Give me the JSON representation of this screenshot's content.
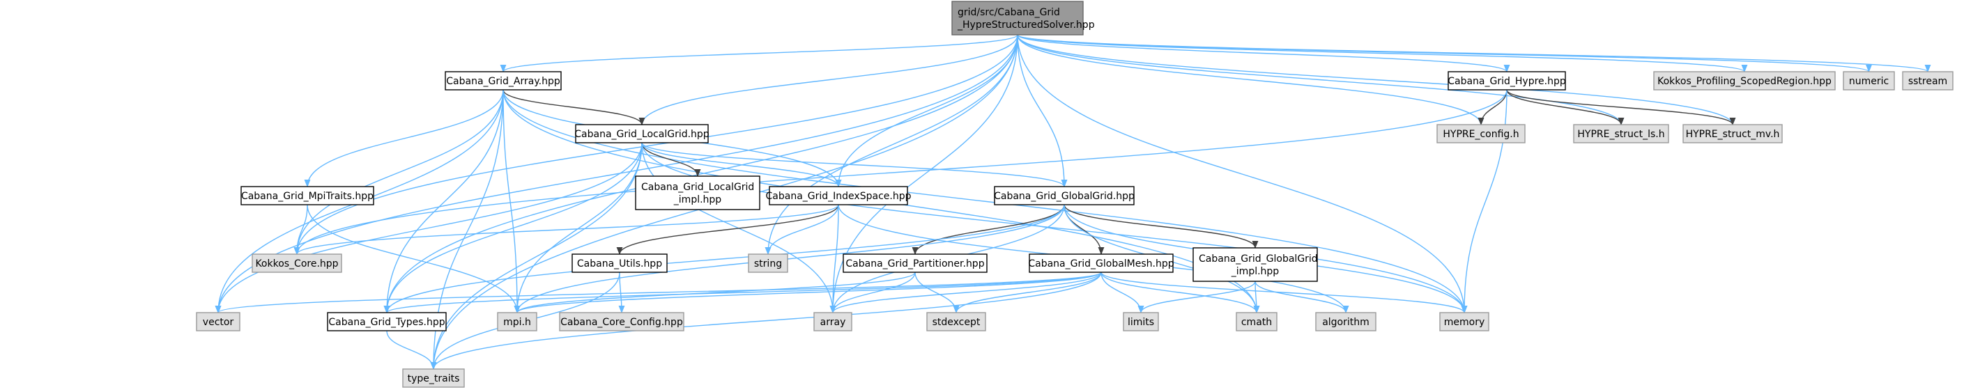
{
  "colors": {
    "root_fill": "#999999",
    "root_stroke": "#666666",
    "file_fill": "#ffffff",
    "file_stroke": "#000000",
    "external_fill": "#e0e0e0",
    "external_stroke": "#999999",
    "edge_include": "#63b8ff",
    "edge_dark": "#404040"
  },
  "nodes": [
    {
      "id": "root",
      "lines": [
        "grid/src/Cabana_Grid",
        "_HypreStructuredSolver.hpp"
      ],
      "kind": "root"
    },
    {
      "id": "array_hpp",
      "lines": [
        "Cabana_Grid_Array.hpp"
      ],
      "kind": "file"
    },
    {
      "id": "hypre_hpp",
      "lines": [
        "Cabana_Grid_Hypre.hpp"
      ],
      "kind": "file"
    },
    {
      "id": "kokkos_prof",
      "lines": [
        "Kokkos_Profiling_ScopedRegion.hpp"
      ],
      "kind": "external"
    },
    {
      "id": "numeric",
      "lines": [
        "numeric"
      ],
      "kind": "external"
    },
    {
      "id": "sstream",
      "lines": [
        "sstream"
      ],
      "kind": "external"
    },
    {
      "id": "localgrid",
      "lines": [
        "Cabana_Grid_LocalGrid.hpp"
      ],
      "kind": "file"
    },
    {
      "id": "hypre_config",
      "lines": [
        "HYPRE_config.h"
      ],
      "kind": "external"
    },
    {
      "id": "hypre_ls",
      "lines": [
        "HYPRE_struct_ls.h"
      ],
      "kind": "external"
    },
    {
      "id": "hypre_mv",
      "lines": [
        "HYPRE_struct_mv.h"
      ],
      "kind": "external"
    },
    {
      "id": "mpitraits",
      "lines": [
        "Cabana_Grid_MpiTraits.hpp"
      ],
      "kind": "file"
    },
    {
      "id": "localgrid_impl",
      "lines": [
        "Cabana_Grid_LocalGrid",
        "_impl.hpp"
      ],
      "kind": "file"
    },
    {
      "id": "indexspace",
      "lines": [
        "Cabana_Grid_IndexSpace.hpp"
      ],
      "kind": "file"
    },
    {
      "id": "globalgrid",
      "lines": [
        "Cabana_Grid_GlobalGrid.hpp"
      ],
      "kind": "file"
    },
    {
      "id": "kokkos_core",
      "lines": [
        "Kokkos_Core.hpp"
      ],
      "kind": "external"
    },
    {
      "id": "string",
      "lines": [
        "string"
      ],
      "kind": "external"
    },
    {
      "id": "utils",
      "lines": [
        "Cabana_Utils.hpp"
      ],
      "kind": "file"
    },
    {
      "id": "partitioner",
      "lines": [
        "Cabana_Grid_Partitioner.hpp"
      ],
      "kind": "file"
    },
    {
      "id": "globalmesh",
      "lines": [
        "Cabana_Grid_GlobalMesh.hpp"
      ],
      "kind": "file"
    },
    {
      "id": "globalgrid_impl",
      "lines": [
        "Cabana_Grid_GlobalGrid",
        "_impl.hpp"
      ],
      "kind": "file"
    },
    {
      "id": "vector",
      "lines": [
        "vector"
      ],
      "kind": "external"
    },
    {
      "id": "types",
      "lines": [
        "Cabana_Grid_Types.hpp"
      ],
      "kind": "file"
    },
    {
      "id": "mpi_h",
      "lines": [
        "mpi.h"
      ],
      "kind": "external"
    },
    {
      "id": "core_config",
      "lines": [
        "Cabana_Core_Config.hpp"
      ],
      "kind": "external"
    },
    {
      "id": "array",
      "lines": [
        "array"
      ],
      "kind": "external"
    },
    {
      "id": "stdexcept",
      "lines": [
        "stdexcept"
      ],
      "kind": "external"
    },
    {
      "id": "limits",
      "lines": [
        "limits"
      ],
      "kind": "external"
    },
    {
      "id": "cmath",
      "lines": [
        "cmath"
      ],
      "kind": "external"
    },
    {
      "id": "algorithm",
      "lines": [
        "algorithm"
      ],
      "kind": "external"
    },
    {
      "id": "memory",
      "lines": [
        "memory"
      ],
      "kind": "external"
    },
    {
      "id": "type_traits",
      "lines": [
        "type_traits"
      ],
      "kind": "external"
    }
  ],
  "edges": [
    [
      "root",
      "array_hpp"
    ],
    [
      "root",
      "hypre_hpp"
    ],
    [
      "root",
      "kokkos_prof"
    ],
    [
      "root",
      "numeric"
    ],
    [
      "root",
      "sstream"
    ],
    [
      "root",
      "localgrid"
    ],
    [
      "root",
      "indexspace"
    ],
    [
      "root",
      "globalgrid"
    ],
    [
      "root",
      "hypre_config"
    ],
    [
      "root",
      "hypre_ls"
    ],
    [
      "root",
      "hypre_mv"
    ],
    [
      "root",
      "kokkos_core"
    ],
    [
      "root",
      "vector"
    ],
    [
      "root",
      "types"
    ],
    [
      "root",
      "type_traits"
    ],
    [
      "root",
      "string"
    ],
    [
      "root",
      "array"
    ],
    [
      "root",
      "memory"
    ],
    [
      "array_hpp",
      "localgrid"
    ],
    [
      "array_hpp",
      "mpitraits"
    ],
    [
      "array_hpp",
      "indexspace"
    ],
    [
      "array_hpp",
      "kokkos_core"
    ],
    [
      "array_hpp",
      "vector"
    ],
    [
      "array_hpp",
      "types"
    ],
    [
      "array_hpp",
      "mpi_h"
    ],
    [
      "array_hpp",
      "memory"
    ],
    [
      "array_hpp",
      "type_traits"
    ],
    [
      "array_hpp",
      "cmath"
    ],
    [
      "hypre_hpp",
      "hypre_config"
    ],
    [
      "hypre_hpp",
      "hypre_ls"
    ],
    [
      "hypre_hpp",
      "hypre_mv"
    ],
    [
      "hypre_hpp",
      "memory"
    ],
    [
      "hypre_hpp",
      "kokkos_core"
    ],
    [
      "localgrid",
      "localgrid_impl"
    ],
    [
      "localgrid",
      "indexspace"
    ],
    [
      "localgrid",
      "globalgrid"
    ],
    [
      "localgrid",
      "types"
    ],
    [
      "localgrid",
      "vector"
    ],
    [
      "localgrid",
      "array"
    ],
    [
      "localgrid",
      "memory"
    ],
    [
      "localgrid",
      "type_traits"
    ],
    [
      "localgrid",
      "mpi_h"
    ],
    [
      "mpitraits",
      "kokkos_core"
    ],
    [
      "mpitraits",
      "mpi_h"
    ],
    [
      "indexspace",
      "utils"
    ],
    [
      "indexspace",
      "kokkos_core"
    ],
    [
      "indexspace",
      "string"
    ],
    [
      "indexspace",
      "array"
    ],
    [
      "indexspace",
      "algorithm"
    ],
    [
      "globalgrid",
      "partitioner"
    ],
    [
      "globalgrid",
      "globalmesh"
    ],
    [
      "globalgrid",
      "globalgrid_impl"
    ],
    [
      "globalgrid",
      "types"
    ],
    [
      "globalgrid",
      "mpi_h"
    ],
    [
      "globalgrid",
      "array"
    ],
    [
      "globalgrid",
      "memory"
    ],
    [
      "globalgrid",
      "cmath"
    ],
    [
      "utils",
      "core_config"
    ],
    [
      "utils",
      "type_traits"
    ],
    [
      "partitioner",
      "mpi_h"
    ],
    [
      "partitioner",
      "array"
    ],
    [
      "partitioner",
      "stdexcept"
    ],
    [
      "globalmesh",
      "types"
    ],
    [
      "globalmesh",
      "vector"
    ],
    [
      "globalmesh",
      "array"
    ],
    [
      "globalmesh",
      "limits"
    ],
    [
      "globalmesh",
      "cmath"
    ],
    [
      "globalmesh",
      "memory"
    ],
    [
      "globalmesh",
      "stdexcept"
    ],
    [
      "globalmesh",
      "type_traits"
    ],
    [
      "globalmesh",
      "mpi_h"
    ],
    [
      "globalgrid_impl",
      "limits"
    ],
    [
      "globalgrid_impl",
      "cmath"
    ],
    [
      "globalgrid_impl",
      "algorithm"
    ],
    [
      "types",
      "type_traits"
    ]
  ],
  "dark_edges": [
    [
      "localgrid",
      "localgrid_impl"
    ],
    [
      "globalgrid",
      "partitioner"
    ],
    [
      "globalgrid",
      "globalmesh"
    ],
    [
      "globalgrid",
      "globalgrid_impl"
    ],
    [
      "array_hpp",
      "localgrid"
    ],
    [
      "hypre_hpp",
      "hypre_config"
    ],
    [
      "hypre_hpp",
      "hypre_ls"
    ],
    [
      "hypre_hpp",
      "hypre_mv"
    ],
    [
      "indexspace",
      "utils"
    ]
  ]
}
